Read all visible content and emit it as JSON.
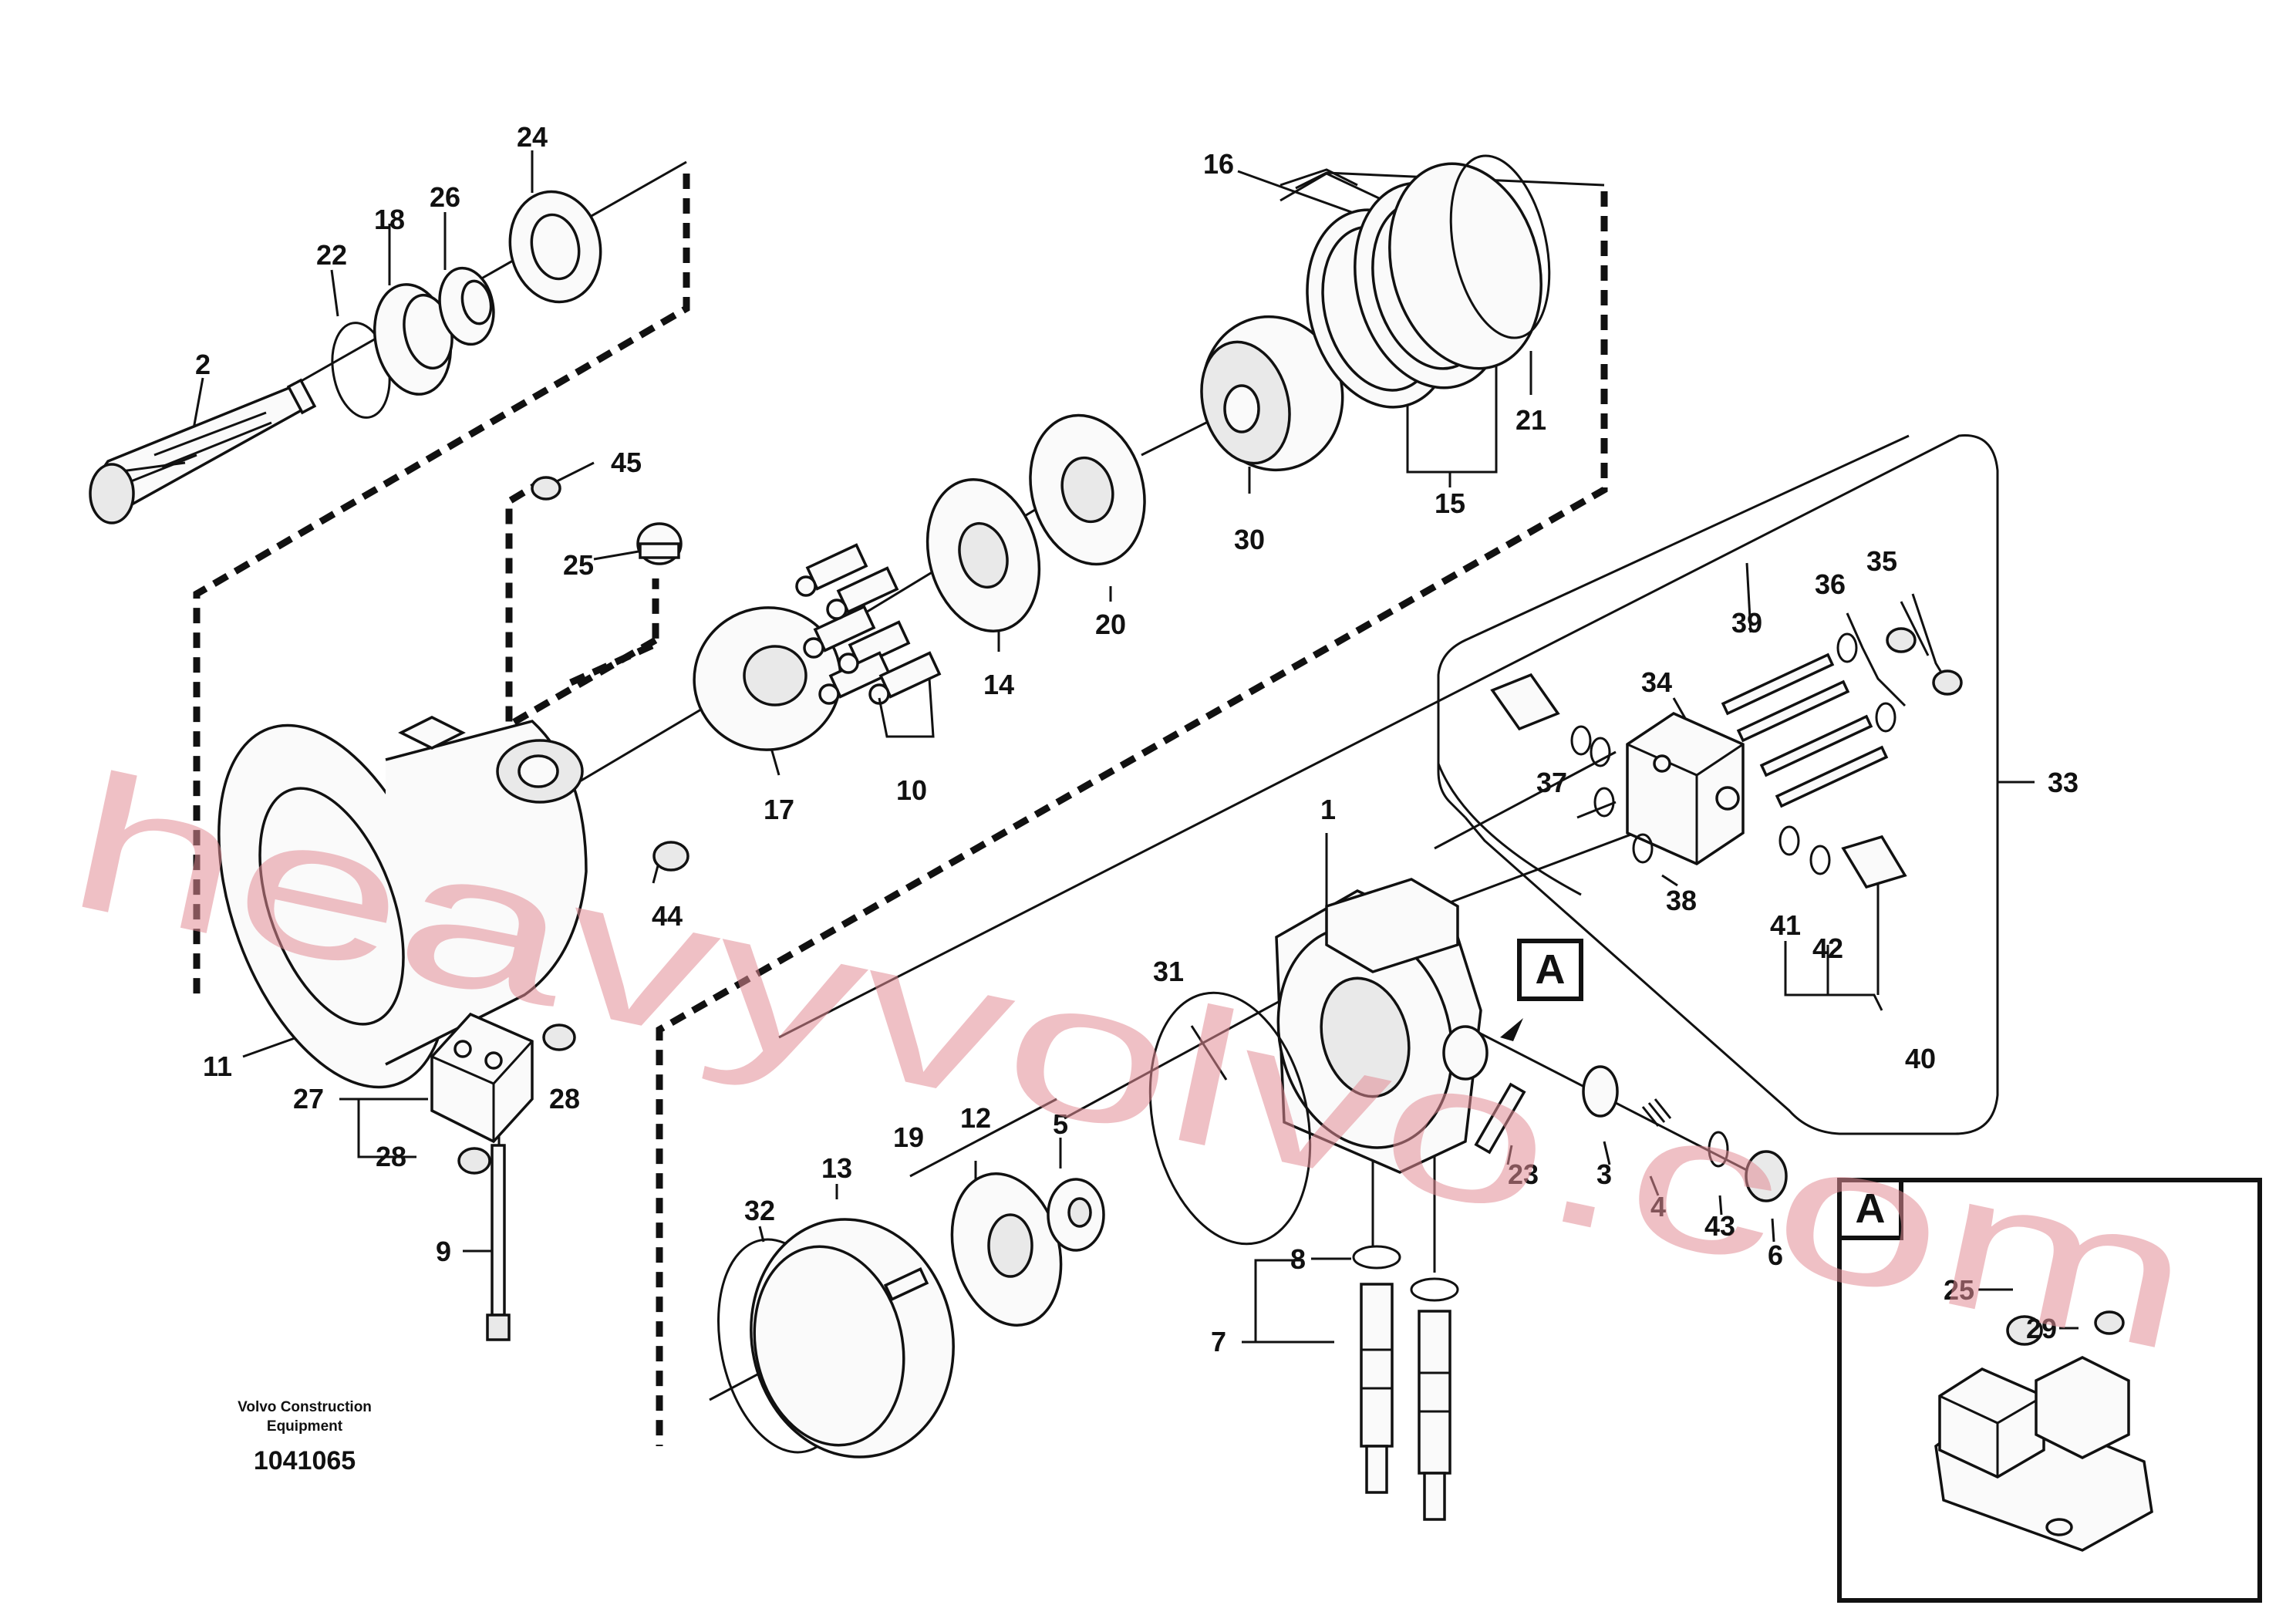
{
  "diagram": {
    "watermark": "heavyvolvo.com",
    "inset": {
      "label": "A"
    },
    "detail_marker": {
      "label": "A"
    },
    "credit": {
      "line1": "Volvo Construction",
      "line2": "Equipment"
    },
    "drawing_number": "1041065",
    "callouts": {
      "c24": "24",
      "c16": "16",
      "c26": "26",
      "c18": "18",
      "c22": "22",
      "c2": "2",
      "c45": "45",
      "c25": "25",
      "c21": "21",
      "c15": "15",
      "c30": "30",
      "c20": "20",
      "c14": "14",
      "c17": "17",
      "c10": "10",
      "c35": "35",
      "c36": "36",
      "c39": "39",
      "c34": "34",
      "c37": "37",
      "c33": "33",
      "c38": "38",
      "c1": "1",
      "c44": "44",
      "c41": "41",
      "c42": "42",
      "c11": "11",
      "c27": "27",
      "c28a": "28",
      "c28b": "28",
      "c31": "31",
      "c40": "40",
      "c23": "23",
      "c3": "3",
      "c4": "4",
      "c43": "43",
      "c6": "6",
      "c19": "19",
      "c12": "12",
      "c13": "13",
      "c5": "5",
      "c32": "32",
      "c8": "8",
      "c7": "7",
      "c9": "9",
      "c29": "29",
      "c25b": "25"
    }
  }
}
